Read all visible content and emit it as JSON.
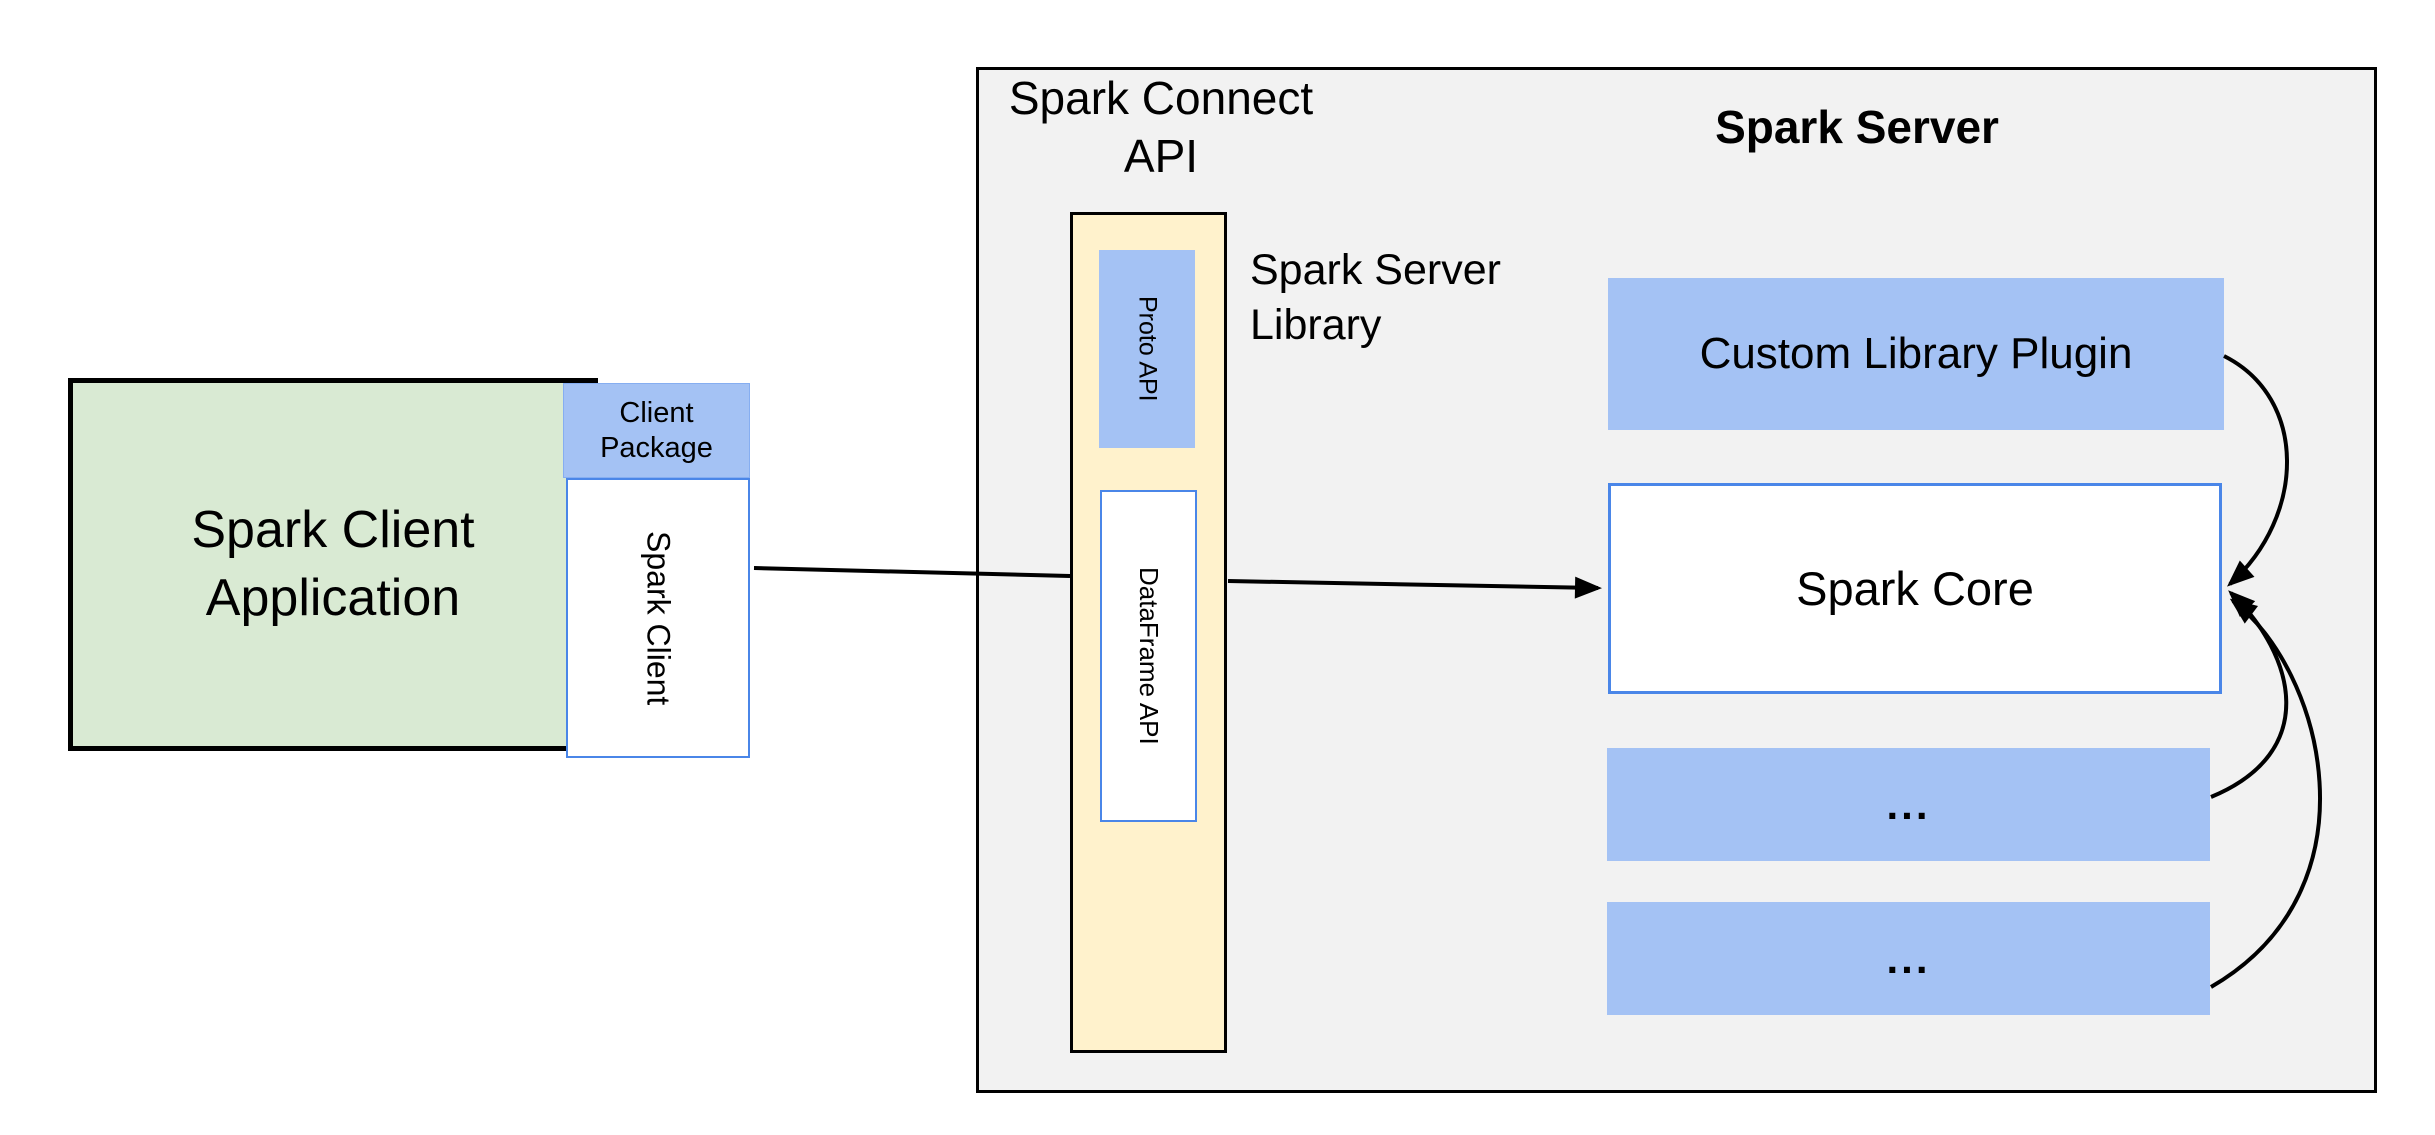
{
  "colors": {
    "green": "#d9ead3",
    "blue": "#a4c2f4",
    "blue_border": "#4a86e8",
    "yellow": "#fff2cc",
    "gray": "#f2f2f2",
    "line": "#000000"
  },
  "nodes": {
    "client_app": {
      "line1": "Spark Client",
      "line2": "Application"
    },
    "client_package": {
      "line1": "Client",
      "line2": "Package"
    },
    "spark_client": {
      "label": "Spark Client"
    },
    "connect_title": {
      "line1": "Spark Connect",
      "line2": "API"
    },
    "server_title": {
      "label": "Spark Server"
    },
    "proto_api": {
      "label": "Proto API"
    },
    "dataframe_api": {
      "label": "DataFrame API"
    },
    "server_library": {
      "line1": "Spark Server",
      "line2": "Library"
    },
    "custom_plugin": {
      "label": "Custom Library Plugin"
    },
    "spark_core": {
      "label": "Spark Core"
    },
    "plugin_slot_1": {
      "label": "..."
    },
    "plugin_slot_2": {
      "label": "..."
    }
  },
  "edges": [
    {
      "from": "spark-client",
      "to": "spark-server-library",
      "style": "straight-line"
    },
    {
      "from": "spark-server-library",
      "to": "spark-core",
      "style": "straight-arrow"
    },
    {
      "from": "custom-library-plugin",
      "to": "spark-core",
      "style": "curved-arrow"
    },
    {
      "from": "plugin-slot-1",
      "to": "spark-core",
      "style": "curved-arrow"
    },
    {
      "from": "plugin-slot-2",
      "to": "spark-core",
      "style": "curved-arrow"
    }
  ]
}
